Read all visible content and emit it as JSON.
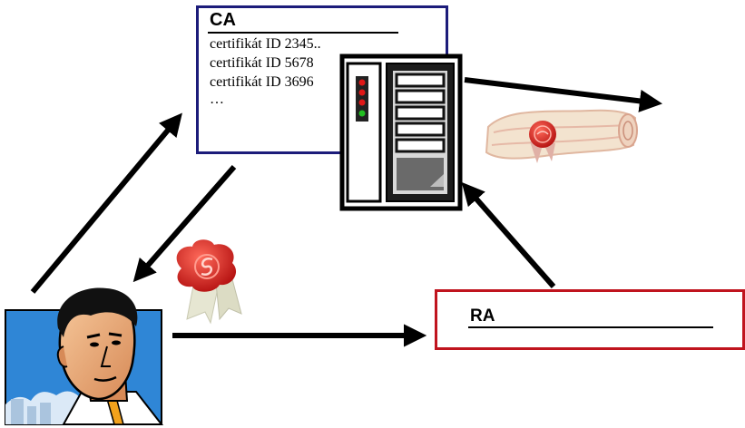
{
  "ca": {
    "title": "CA",
    "certificates": [
      "certifikát ID 2345..",
      "certifikát ID 5678",
      "certifikát ID 3696",
      "…"
    ]
  },
  "ra": {
    "title": "RA"
  },
  "icons": {
    "server": "server-icon",
    "scroll": "certificate-scroll-icon",
    "seal": "wax-seal-icon",
    "user": "user-portrait-icon"
  },
  "colors": {
    "ca_border": "#1c1c7a",
    "ra_border": "#c0141e",
    "seal_red": "#d11a1a"
  }
}
